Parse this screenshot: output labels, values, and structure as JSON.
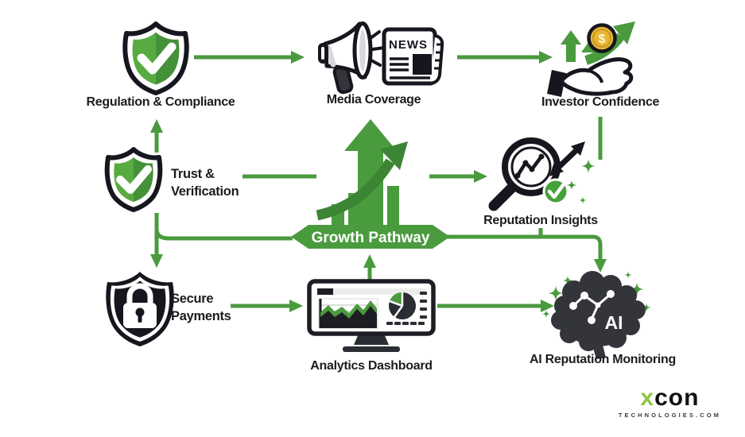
{
  "diagram": {
    "background": "#ffffff",
    "accent_green": "#4a9a3e",
    "dark_green": "#3c8534",
    "outline_dark": "#16161e",
    "coin_gold": "#eab733",
    "nodes": {
      "regulation": {
        "label": "Regulation & Compliance"
      },
      "media": {
        "label": "Media Coverage",
        "newspaper_text": "NEWS"
      },
      "investor": {
        "label": "Investor Confidence",
        "coin_symbol": "$"
      },
      "trust": {
        "label_line1": "Trust &",
        "label_line2": "Verification"
      },
      "reputation": {
        "label": "Reputation Insights"
      },
      "growth": {
        "label": "Growth Pathway"
      },
      "secure": {
        "label_line1": "Secure",
        "label_line2": "Payments"
      },
      "analytics": {
        "label": "Analytics Dashboard"
      },
      "ai": {
        "label": "AI Reputation Monitoring",
        "brain_text": "AI"
      }
    },
    "edges": [
      {
        "from": "regulation",
        "to": "media"
      },
      {
        "from": "media",
        "to": "investor"
      },
      {
        "from": "trust",
        "to": "regulation"
      },
      {
        "from": "trust",
        "to": "secure"
      },
      {
        "from": "trust",
        "to": "growth"
      },
      {
        "from": "trust",
        "to": "reputation"
      },
      {
        "from": "growth",
        "to": "ai"
      },
      {
        "from": "investor",
        "to": "reputation"
      },
      {
        "from": "secure",
        "to": "analytics"
      },
      {
        "from": "analytics",
        "to": "growth"
      },
      {
        "from": "analytics",
        "to": "ai"
      }
    ],
    "logo": {
      "brand_x": "x",
      "brand_rest": "con",
      "tagline": "TECHNOLOGIES.COM"
    }
  }
}
